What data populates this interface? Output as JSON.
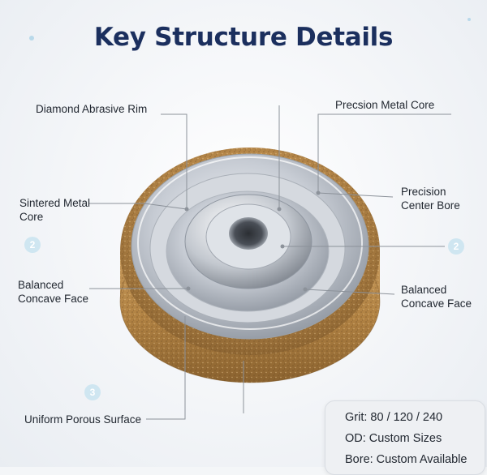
{
  "title": "Key Structure Details",
  "labels": {
    "diamond_rim": "Diamond Abrasive Rim",
    "metal_core": "Precsion Metal Core",
    "sintered_line1": "Sintered Metal",
    "sintered_line2": "Core",
    "bore_line1": "Precision",
    "bore_line2": "Center Bore",
    "balanced_left_line1": "Balanced",
    "balanced_left_line2": "Concave Face",
    "balanced_right_line1": "Balanced",
    "balanced_right_line2": "Concave Face",
    "porous": "Uniform Porous Surface"
  },
  "callouts": {
    "left_2": "2",
    "right_2": "2",
    "left_3": "3"
  },
  "specs": {
    "grit": "Grit: 80 / 120 / 240",
    "od": "OD: Custom Sizes",
    "bore": "Bore: Custom Available"
  },
  "colors": {
    "title": "#1b2f5e",
    "rim": "#b8884a",
    "metal": "#c9ced6",
    "callout_badge": "#cfe6f1"
  }
}
